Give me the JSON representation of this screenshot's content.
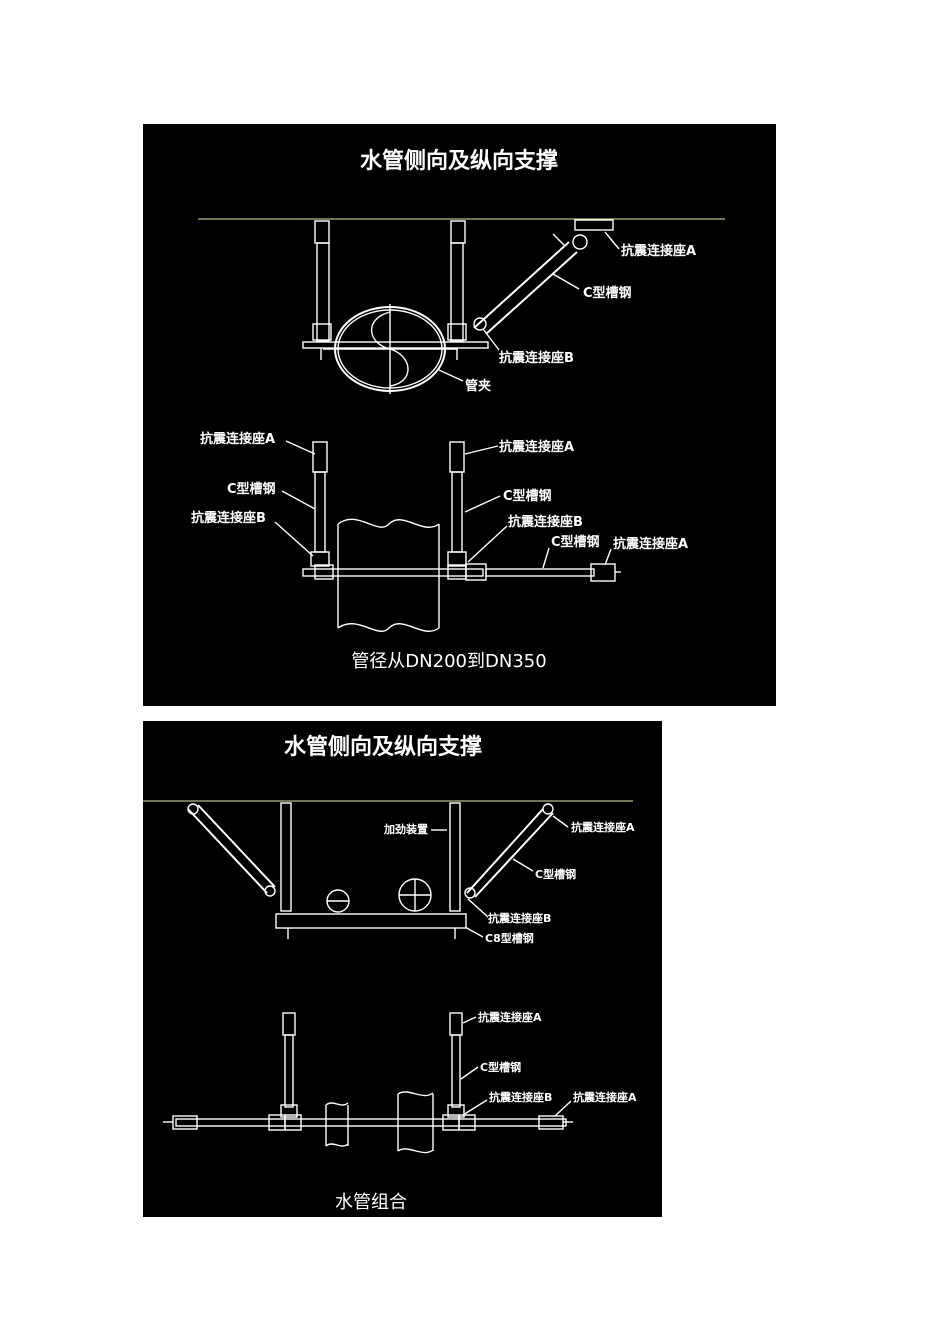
{
  "panel1": {
    "title": "水管侧向及纵向支撑",
    "caption": "管径从DN200到DN350",
    "top_view": {
      "label_anchor_a": "抗震连接座A",
      "label_c_channel": "C型槽钢",
      "label_anchor_b": "抗震连接座B",
      "label_pipe_clamp": "管夹"
    },
    "plan_view": {
      "label_left_anchor_a": "抗震连接座A",
      "label_left_c_channel": "C型槽钢",
      "label_left_anchor_b": "抗震连接座B",
      "label_right_anchor_a": "抗震连接座A",
      "label_right_c_channel": "C型槽钢",
      "label_right_anchor_b": "抗震连接座B",
      "label_long_c_channel": "C型槽钢",
      "label_long_anchor_a": "抗震连接座A"
    }
  },
  "panel2": {
    "title": "水管侧向及纵向支撑",
    "caption": "水管组合",
    "top_view": {
      "label_stiffener": "加劲装置",
      "label_anchor_a": "抗震连接座A",
      "label_c_channel": "C型槽钢",
      "label_anchor_b": "抗震连接座B",
      "label_c8_channel": "C8型槽钢"
    },
    "plan_view": {
      "label_anchor_a": "抗震连接座A",
      "label_c_channel": "C型槽钢",
      "label_anchor_b": "抗震连接座B",
      "label_end_anchor_a": "抗震连接座A"
    }
  },
  "colors": {
    "background": "#000000",
    "lines": "#ffffff",
    "ceiling_line": "#e8e8a0",
    "page": "#ffffff"
  }
}
